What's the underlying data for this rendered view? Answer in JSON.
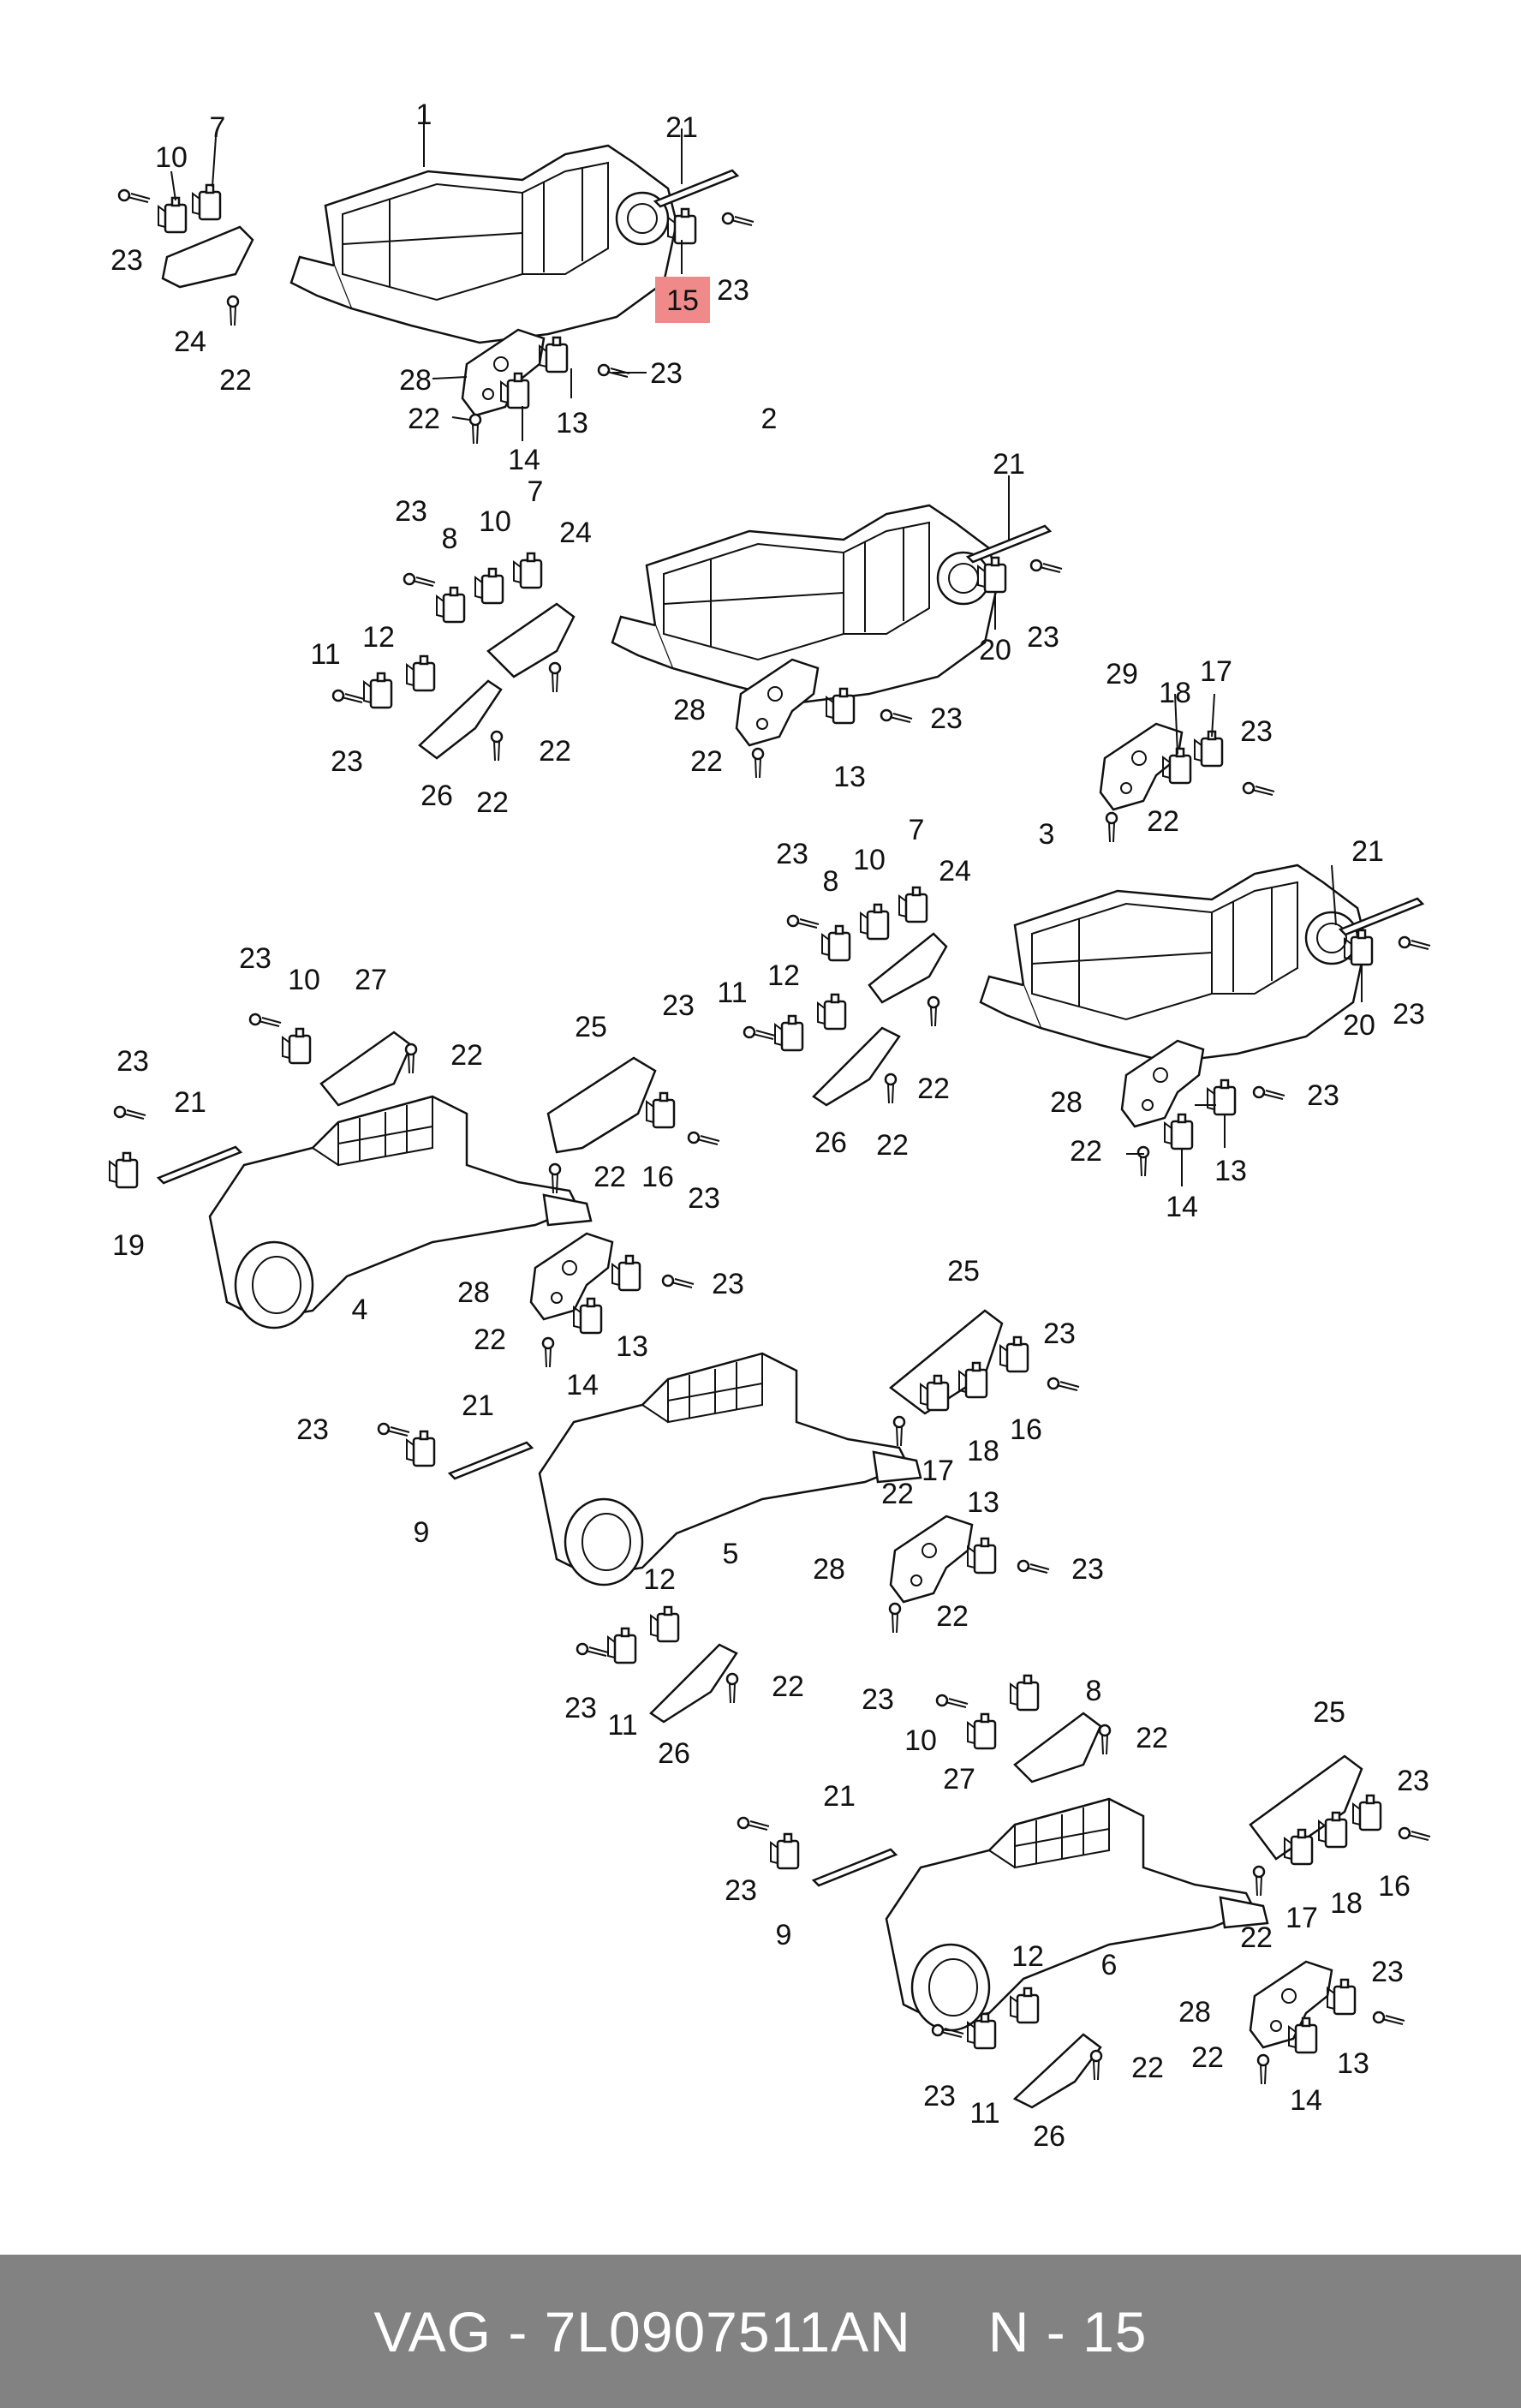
{
  "footer": {
    "brand": "VAG",
    "separator": "-",
    "part_number": "7L0907511AN",
    "position_label": "N - 15"
  },
  "highlighted_callout": "15",
  "colors": {
    "highlight": "#f08a8a",
    "footer_background": "#828282",
    "footer_text": "#ffffff",
    "ink": "#111111"
  },
  "callouts": {
    "a1": "1",
    "a7": "7",
    "a10": "10",
    "a21": "21",
    "a23a": "23",
    "a23b": "23",
    "a15": "15",
    "a24": "24",
    "a22a": "22",
    "a28": "28",
    "a23c": "23",
    "a22b": "22",
    "a13": "13",
    "a14": "14",
    "b2": "2",
    "b21": "21",
    "b23a": "23",
    "b10": "10",
    "b7": "7",
    "b24": "24",
    "b8": "8",
    "b20": "20",
    "b23b": "23",
    "b12": "12",
    "b11": "11",
    "b22a": "22",
    "b28": "28",
    "b23c": "23",
    "b23d": "23",
    "b26": "26",
    "b22b": "22",
    "b22c": "22",
    "b13": "13",
    "c29": "29",
    "c18": "18",
    "c17": "17",
    "c23a": "23",
    "c22a": "22",
    "c3": "3",
    "c21": "21",
    "c23b": "23",
    "c8": "8",
    "c10": "10",
    "c7": "7",
    "c24": "24",
    "c20": "20",
    "c23c": "23",
    "c12": "12",
    "c11": "11",
    "c23d": "23",
    "c22b": "22",
    "c26": "26",
    "c22c": "22",
    "c28": "28",
    "c23e": "23",
    "c22d": "22",
    "c13": "13",
    "c14": "14",
    "d23a": "23",
    "d10": "10",
    "d27": "27",
    "d22a": "22",
    "d25": "25",
    "d23b": "23",
    "d21": "21",
    "d22b": "22",
    "d16": "16",
    "d23c": "23",
    "d19": "19",
    "d4": "4",
    "d28": "28",
    "d23d": "23",
    "d22c": "22",
    "d13": "13",
    "d14": "14",
    "e25": "25",
    "e23a": "23",
    "e23b": "23",
    "e21": "21",
    "e22a": "22",
    "e17": "17",
    "e18": "18",
    "e16": "16",
    "e9": "9",
    "e5": "5",
    "e13": "13",
    "e28": "28",
    "e23c": "23",
    "e22b": "22",
    "f12": "12",
    "f22a": "22",
    "f23a": "23",
    "f11": "11",
    "f26": "26",
    "g23a": "23",
    "g8": "8",
    "g10": "10",
    "g22a": "22",
    "g27": "27",
    "g25": "25",
    "g21": "21",
    "g23b": "23",
    "g23c": "23",
    "g9": "9",
    "g16": "16",
    "g22b": "22",
    "g17": "17",
    "g18": "18",
    "g6": "6",
    "g12": "12",
    "g28": "28",
    "g23d": "23",
    "g22c": "22",
    "g13": "13",
    "g14": "14",
    "g23e": "23",
    "g11": "11",
    "g26": "26",
    "g22d": "22"
  }
}
